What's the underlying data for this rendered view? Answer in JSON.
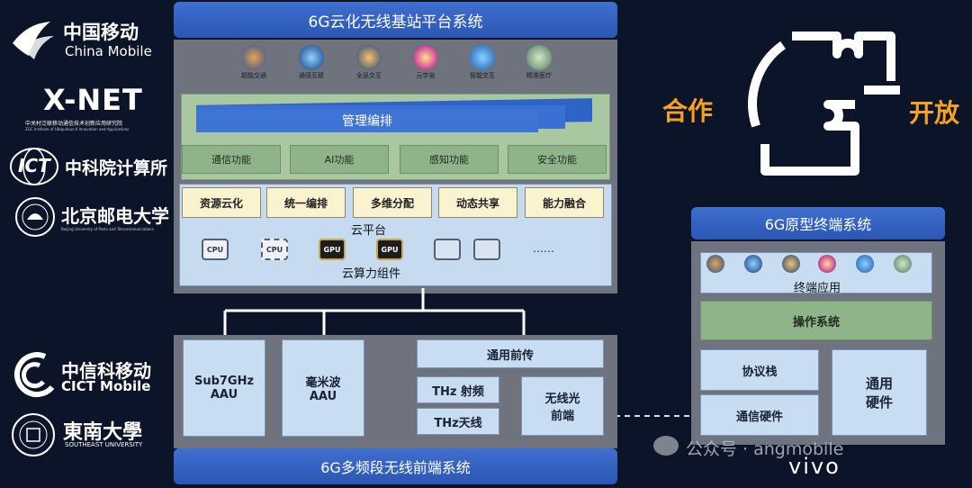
{
  "main_system": {
    "title": "6G云化无线基站平台系统",
    "apps": [
      "超能交通",
      "通感互联",
      "全息交互",
      "元宇宙",
      "智能交互",
      "精准医疗"
    ],
    "management": "管理编排",
    "functions": [
      "通信功能",
      "AI功能",
      "感知功能",
      "安全功能"
    ],
    "cloud_capabilities": [
      "资源云化",
      "统一编排",
      "多维分配",
      "动态共享",
      "能力融合"
    ],
    "cloud_platform": "云平台",
    "chips": [
      "CPU",
      "CPU",
      "GPU",
      "GPU",
      "",
      ""
    ],
    "chip_ellipsis": "……",
    "compute_components": "云算力组件"
  },
  "frontend_system": {
    "title": "6G多频段无线前端系统",
    "aau_sub7": "Sub7GHz\nAAU",
    "aau_mmwave": "毫米波\nAAU",
    "common_fronthaul": "通用前传",
    "thz_rf": "THz 射频",
    "thz_antenna": "THz天线",
    "optical_fronthaul": "无线光\n前端"
  },
  "terminal_system": {
    "title": "6G原型终端系统",
    "terminal_apps": "终端应用",
    "os": "操作系统",
    "protocol_stack": "协议栈",
    "comm_hardware": "通信硬件",
    "general_hardware": "通用\n硬件"
  },
  "slogans": {
    "cooperation": "合作",
    "openness": "开放"
  },
  "logos": {
    "china_mobile_cn": "中国移动",
    "china_mobile_en": "China Mobile",
    "xnet": "X-NET",
    "xnet_cn": "中关村泛联移动通信技术创新应用研究院",
    "xnet_en": "ZGC Institute of Ubiquitous-X Innovation and Applications",
    "ict": "ICT",
    "ict_cn": "中科院计算所",
    "bupt_cn": "北京邮电大学",
    "bupt_en": "Beijing University of Posts and Telecommunications",
    "cict_cn": "中信科移动",
    "cict_en": "CICT Mobile",
    "seu_cn": "東南大學",
    "seu_en": "SOUTHEAST UNIVERSITY",
    "vivo": "vivo"
  },
  "watermark": "公众号 · angmobile",
  "colors": {
    "accent_orange": "#f6a21a",
    "bar_blue": "#3564c4",
    "cream": "#fbf2cf",
    "green": "#8fb48a",
    "light_blue": "#c8dcf2"
  }
}
